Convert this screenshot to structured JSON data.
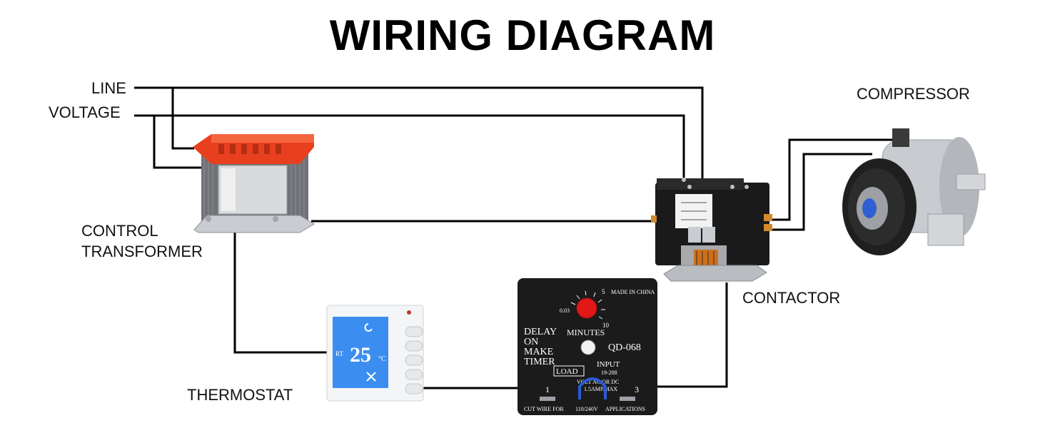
{
  "title": "WIRING DIAGRAM",
  "labels": {
    "line": "LINE",
    "voltage": "VOLTAGE",
    "control": "CONTROL",
    "transformer": "TRANSFORMER",
    "compressor": "COMPRESSOR",
    "contactor": "CONTACTOR",
    "thermostat": "THERMOSTAT"
  },
  "thermostat": {
    "rt": "RT",
    "temperature": "25",
    "unit": "°C"
  },
  "timer": {
    "made_in": "MADE IN CHINA",
    "dial_min": "0.03",
    "dial_mid": "5",
    "dial_max": "10",
    "minutes": "MINUTES",
    "model": "QD-068",
    "line1": "DELAY",
    "line2": "ON",
    "line3": "MAKE",
    "line4": "TIMER",
    "load": "LOAD",
    "input": "INPUT",
    "input_range": "19-288",
    "volt": "VOLT AC OR DC",
    "amp": "1.5AMP.MAX",
    "term1": "1",
    "term3": "3",
    "cut_wire": "CUT WIRE FOR",
    "voltage_rating": "110/240V",
    "applications": "APPLICATIONS"
  },
  "colors": {
    "wire": "#000000",
    "transformer_bobbin": "#e8401f",
    "thermostat_screen": "#3b8ef0",
    "timer_knob": "#e01818",
    "timer_body": "#1b1b1b",
    "contactor_body": "#1a1a1a",
    "jumper_wire": "#2a5bd8"
  }
}
